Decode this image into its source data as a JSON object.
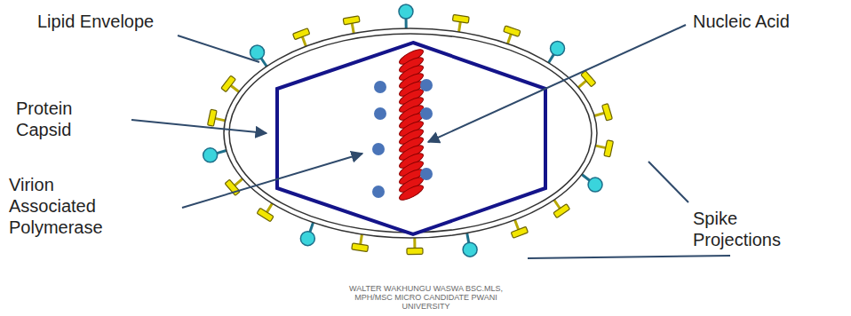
{
  "diagram": {
    "labels": [
      "Lipid Envelope",
      "Nucleic Acid",
      "Protein Capsid",
      "Virion Associated Polymerase",
      "Spike Projections",
      "WALTER WAKHUNGU WASWA BSC.MLS, MPH/MSC MICRO CANDIDATE PWANI UNIVERSITY"
    ]
  }
}
